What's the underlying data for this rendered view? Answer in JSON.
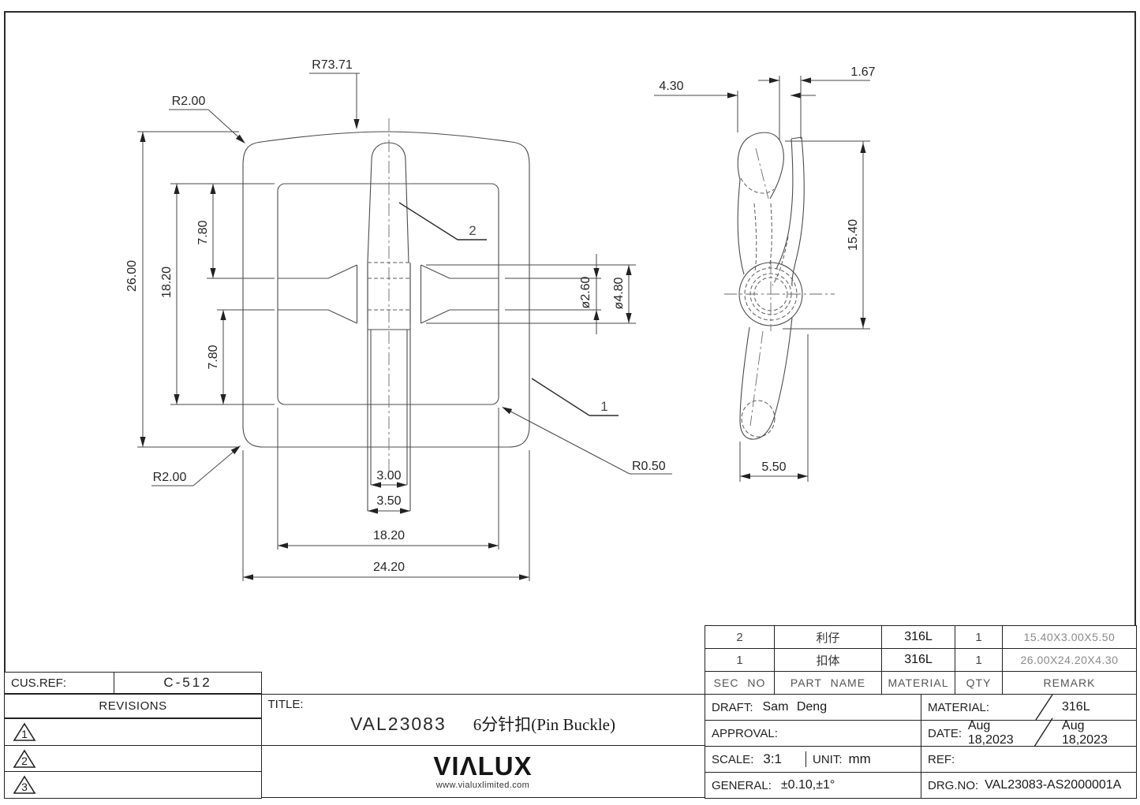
{
  "front_view": {
    "dims": {
      "radius_top_arc": "R73.71",
      "radius_corner_top": "R2.00",
      "radius_corner_bottom": "R2.00",
      "radius_window_corner": "R0.50",
      "height_total": "26.00",
      "height_window": "18.20",
      "height_upper": "7.80",
      "height_lower": "7.80",
      "dia_pin": "ø2.60",
      "dia_boss": "ø4.80",
      "width_pin": "3.00",
      "width_slot": "3.50",
      "width_window": "18.20",
      "width_total": "24.20"
    },
    "balloons": {
      "body": "1",
      "pin": "2"
    }
  },
  "side_view": {
    "dims": {
      "head_offset": "4.30",
      "top_thickness": "1.67",
      "pin_height": "15.40",
      "bottom_width": "5.50"
    }
  },
  "parts_table": {
    "headers": [
      "SEC NO",
      "PART NAME",
      "MATERIAL",
      "QTY",
      "REMARK"
    ],
    "rows": [
      {
        "sec_no": "2",
        "part_name": "利仔",
        "material": "316L",
        "qty": "1",
        "remark": "15.40X3.00X5.50"
      },
      {
        "sec_no": "1",
        "part_name": "扣体",
        "material": "316L",
        "qty": "1",
        "remark": "26.00X24.20X4.30"
      }
    ]
  },
  "title_block": {
    "cus_ref_label": "CUS.REF:",
    "cus_ref_value": "C-512",
    "revisions_label": "REVISIONS",
    "revision_marks": [
      "1",
      "2",
      "3"
    ],
    "title_label": "TITLE:",
    "title_code": "VAL23083",
    "title_name": "6分针扣(Pin Buckle)",
    "draft_label": "DRAFT:",
    "draft_value": "Sam Deng",
    "approval_label": "APPROVAL:",
    "scale_label": "SCALE:",
    "scale_value": "3:1",
    "unit_label": "UNIT:",
    "unit_value": "mm",
    "general_label": "GENERAL:",
    "general_value": "±0.10,±1°",
    "material_label": "MATERIAL:",
    "material_value": "316L",
    "date_label": "DATE:",
    "date_value_1": "Aug 18,2023",
    "date_value_2": "Aug 18,2023",
    "ref_label": "REF:",
    "drg_no_label": "DRG.NO:",
    "drg_no_value": "VAL23083-AS2000001A",
    "logo_text": "VIΛLUX",
    "logo_url": "www.vialuxlimited.com"
  },
  "colors": {
    "line": "#4c4c4c",
    "border": "#222222",
    "text": "#1f1f1f",
    "muted": "#8a8a8a",
    "background": "#ffffff"
  }
}
